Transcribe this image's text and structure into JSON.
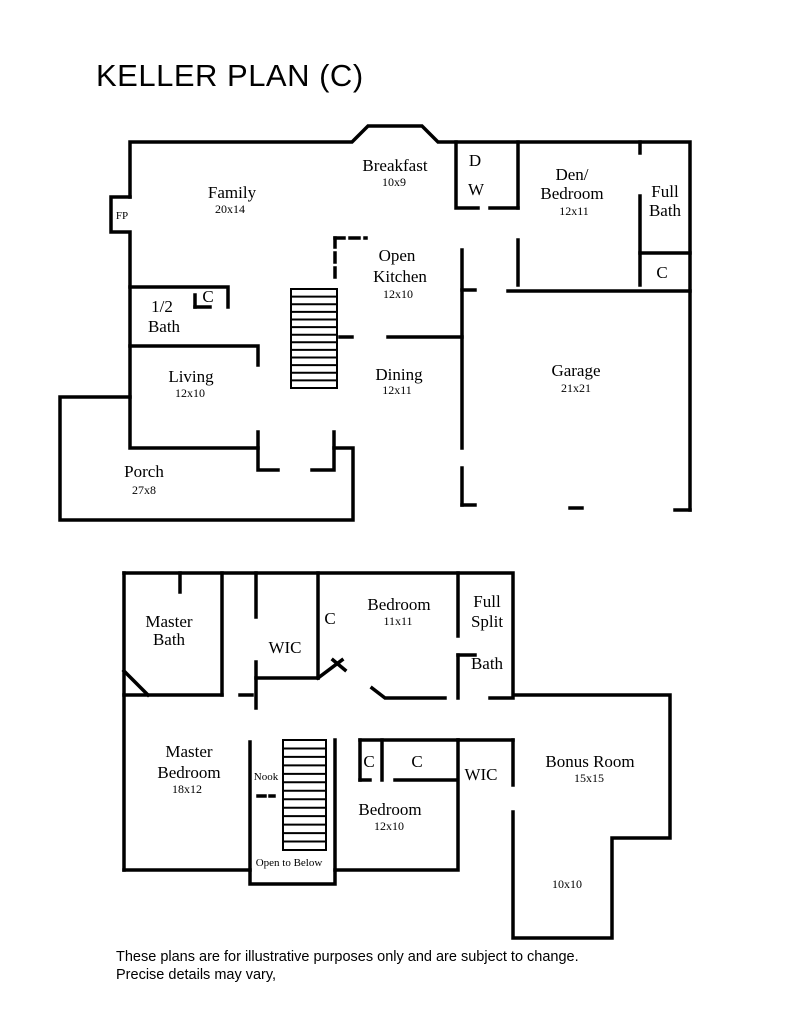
{
  "title": "KELLER PLAN (C)",
  "disclaimer": {
    "line1": "These plans are for illustrative purposes only and are subject to change.",
    "line2": "Precise details may vary,"
  },
  "first_floor": {
    "family": {
      "name": "Family",
      "dims": "20x14"
    },
    "breakfast": {
      "name": "Breakfast",
      "dims": "10x9"
    },
    "dw": {
      "d": "D",
      "w": "W"
    },
    "den": {
      "name1": "Den/",
      "name2": "Bedroom",
      "dims": "12x11"
    },
    "full_bath": {
      "line1": "Full",
      "line2": "Bath"
    },
    "closet_den": "C",
    "fireplace": "FP",
    "open_kitchen": {
      "name1": "Open",
      "name2": "Kitchen",
      "dims": "12x10"
    },
    "half_bath": {
      "line1": "1/2",
      "line2": "Bath"
    },
    "closet_half": "C",
    "living": {
      "name": "Living",
      "dims": "12x10"
    },
    "dining": {
      "name": "Dining",
      "dims": "12x11"
    },
    "garage": {
      "name": "Garage",
      "dims": "21x21"
    },
    "porch": {
      "name": "Porch",
      "dims": "27x8"
    }
  },
  "second_floor": {
    "master_bath": {
      "line1": "Master",
      "line2": "Bath"
    },
    "wic_master": "WIC",
    "closet_bed1": "C",
    "bedroom1": {
      "name": "Bedroom",
      "dims": "11x11"
    },
    "full_split": {
      "line1": "Full",
      "line2": "Split",
      "line3": "Bath"
    },
    "master_bedroom": {
      "line1": "Master",
      "line2": "Bedroom",
      "dims": "18x12"
    },
    "nook": "Nook",
    "open_to_below": "Open to Below",
    "closet_a": "C",
    "closet_b": "C",
    "bedroom2": {
      "name": "Bedroom",
      "dims": "12x10"
    },
    "wic_bed2": "WIC",
    "bonus_room": {
      "name": "Bonus Room",
      "dims": "15x15"
    },
    "bonus_ext": {
      "dims": "10x10"
    }
  }
}
